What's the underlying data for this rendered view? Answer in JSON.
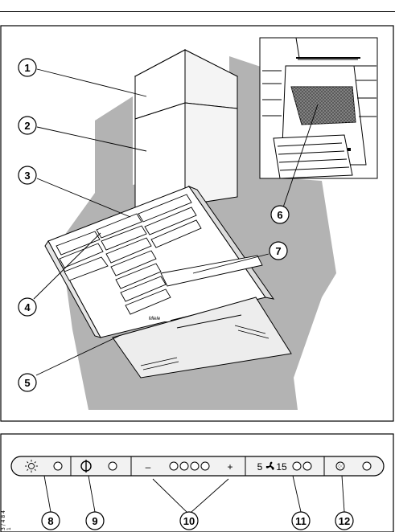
{
  "figure": {
    "callouts_top": [
      {
        "id": "c1",
        "label": "1"
      },
      {
        "id": "c2",
        "label": "2"
      },
      {
        "id": "c3",
        "label": "3"
      },
      {
        "id": "c4",
        "label": "4"
      },
      {
        "id": "c5",
        "label": "5"
      },
      {
        "id": "c6",
        "label": "6"
      },
      {
        "id": "c7",
        "label": "7"
      }
    ],
    "hood_brand_mark": "Miele",
    "callouts_panel": [
      {
        "id": "c8",
        "label": "8"
      },
      {
        "id": "c9",
        "label": "9"
      },
      {
        "id": "c10",
        "label": "10"
      },
      {
        "id": "c11",
        "label": "11"
      },
      {
        "id": "c12",
        "label": "12"
      }
    ],
    "control_panel": {
      "light_symbol": "light-icon",
      "power_symbol": "power-icon",
      "minus_label": "–",
      "plus_label": "+",
      "timer_left": "5",
      "timer_right": "15",
      "fan_symbol": "fan-icon",
      "filter_symbol": "filter-icon"
    },
    "side_mark": "3 / 4 8 4 1"
  },
  "colors": {
    "shadow_gray": "#b3b3b3",
    "panel_fill": "#f2f2f2",
    "glass": "#ededed",
    "line": "#000000"
  }
}
